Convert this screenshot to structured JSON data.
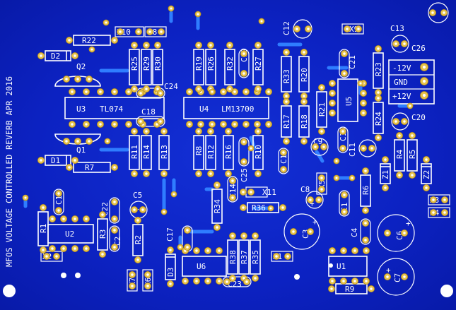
{
  "board": {
    "title": "MFOS VOLTAGE CONTROLLED REVERB APR 2016"
  },
  "ics": {
    "u3": {
      "ref": "U3",
      "part": "TL074"
    },
    "u4": {
      "ref": "U4",
      "part": "LM13700"
    },
    "u5": {
      "ref": "U5"
    },
    "u2": {
      "ref": "U2"
    },
    "u6": {
      "ref": "U6"
    },
    "u1": {
      "ref": "U1"
    }
  },
  "power_header": {
    "pins": [
      "-12V",
      "GND",
      "+12V"
    ]
  },
  "transistors": {
    "q1": "Q1",
    "q2": "Q2"
  },
  "diodes": {
    "d1": "D1",
    "d2": "D2",
    "d3": "D3",
    "z1": "Z1",
    "z2": "Z2"
  },
  "resistors": {
    "r1": "R1",
    "r2": "R2",
    "r3": "R3",
    "r4": "R4",
    "r5": "R5",
    "r6": "R6",
    "r7": "R7",
    "r8": "R8",
    "r9": "R9",
    "r10": "R10",
    "r11": "R11",
    "r12": "R12",
    "r13": "R13",
    "r14": "R14",
    "r16": "R16",
    "r17": "R17",
    "r18": "R18",
    "r19": "R19",
    "r20": "R20",
    "r21": "R21",
    "r22": "R22",
    "r23": "R23",
    "r24": "R24",
    "r25": "R25",
    "r26": "R26",
    "r27": "R27",
    "r29": "R29",
    "r30": "R30",
    "r32": "R32",
    "r33": "R33",
    "r34": "R34",
    "r35": "R35",
    "r36": "R36",
    "r37": "R37",
    "r38": "R38"
  },
  "capacitors": {
    "c1": "C1",
    "c2": "C2",
    "c3": "C3",
    "c4": "C4",
    "c5": "C5",
    "c6": "C6",
    "c7": "C7",
    "c8": "C8",
    "c9": "C9",
    "c10": "C10",
    "c11": "C11",
    "c12": "C12",
    "c13": "C13",
    "c14": "C14",
    "c15": "C15",
    "c16": "C16",
    "c17": "C17",
    "c18": "C18",
    "c19": "C19",
    "c20": "C20",
    "c21": "C21",
    "c22": "C22",
    "c23": "C23",
    "c24": "C24",
    "c25": "C25",
    "c26": "C26"
  },
  "connectors": {
    "x1": "X1",
    "x2": "X2",
    "x3": "X3",
    "x4": "X4",
    "x5": "X5",
    "x6": "X6",
    "x7": "X7",
    "x8": "X8",
    "x9": "X9",
    "x10": "X10",
    "x11": "X11"
  },
  "polarity": {
    "plus": "+"
  }
}
